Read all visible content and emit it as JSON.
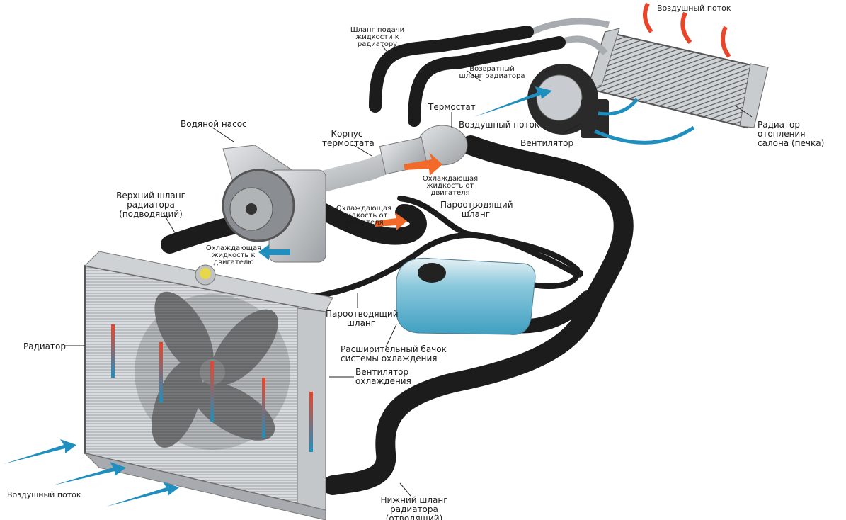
{
  "title": "Система охлаждения двигателя",
  "colors": {
    "hose": "#1c1c1c",
    "metal": "#b9bcbf",
    "hot_arrow": "#e8452a",
    "cold_arrow": "#1f8fbf",
    "tank_fluid": "#5fb8d6",
    "cap": "#e6d84a"
  },
  "labels": {
    "supply_hose": "Шланг подачи\nжидкости к\nрадиатору",
    "return_hose": "Возвратный\nшланг радиатора",
    "air_flow_top": "Воздушный поток",
    "heater_core": "Радиатор отопления\nсалона (печка)",
    "thermostat": "Термостат",
    "air_flow_fan": "Воздушный поток",
    "blower_fan": "Вентилятор",
    "water_pump": "Водяной насос",
    "thermostat_housing": "Корпус\nтермостата",
    "coolant_from_engine_1": "Охлаждающая\nжидкость от\nдвигателя",
    "upper_hose": "Верхний шланг\nрадиатора\n(подводящий)",
    "coolant_from_engine_2": "Охлаждающая\nжидкость от\nдвигателя",
    "vapor_hose_1": "Пароотводящий\nшланг",
    "coolant_to_engine": "Охлаждающая\nжидкость к\nдвигателю",
    "radiator": "Радиатор",
    "vapor_hose_2": "Пароотводящий\nшланг",
    "expansion_tank": "Расширительный бачок\nсистемы охлаждения",
    "cooling_fan": "Вентилятор\nохлаждения",
    "air_flow_bottom": "Воздушный поток",
    "lower_hose": "Нижний шланг\nрадиатора\n(отводящий)"
  }
}
